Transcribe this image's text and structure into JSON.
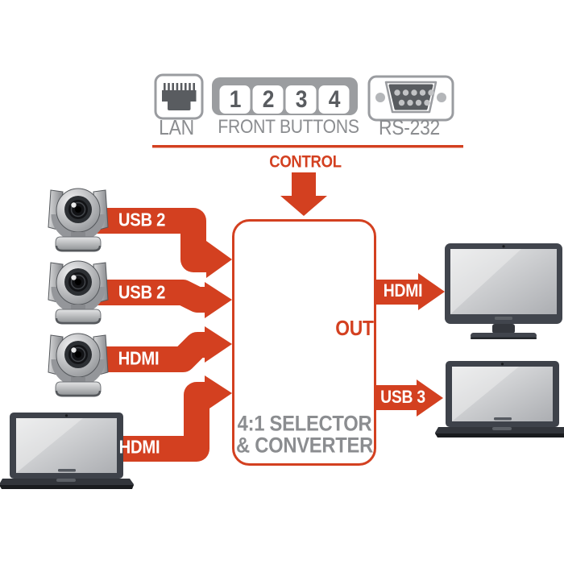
{
  "colors": {
    "accent": "#d34020",
    "gray_text": "#8b8d90",
    "dark_gray": "#595c60",
    "device_dark": "#3e424a"
  },
  "control_bar": {
    "lan": {
      "icon": "lan-port-icon",
      "label": "LAN"
    },
    "front_buttons": {
      "icon": "front-buttons-icon",
      "label": "FRONT BUTTONS",
      "buttons": [
        "1",
        "2",
        "3",
        "4"
      ]
    },
    "rs232": {
      "icon": "rs232-port-icon",
      "label": "RS-232"
    },
    "caption": "CONTROL"
  },
  "selector_box": {
    "out_label": "OUT",
    "title_line1": "4:1 SELECTOR",
    "title_line2": "& CONVERTER"
  },
  "inputs": [
    {
      "source": "ptz-camera",
      "label": "USB 2"
    },
    {
      "source": "ptz-camera",
      "label": "USB 2"
    },
    {
      "source": "ptz-camera",
      "label": "HDMI"
    },
    {
      "source": "laptop",
      "label": "HDMI"
    }
  ],
  "outputs": [
    {
      "target": "desktop-monitor",
      "label": "HDMI"
    },
    {
      "target": "laptop",
      "label": "USB 3"
    }
  ]
}
